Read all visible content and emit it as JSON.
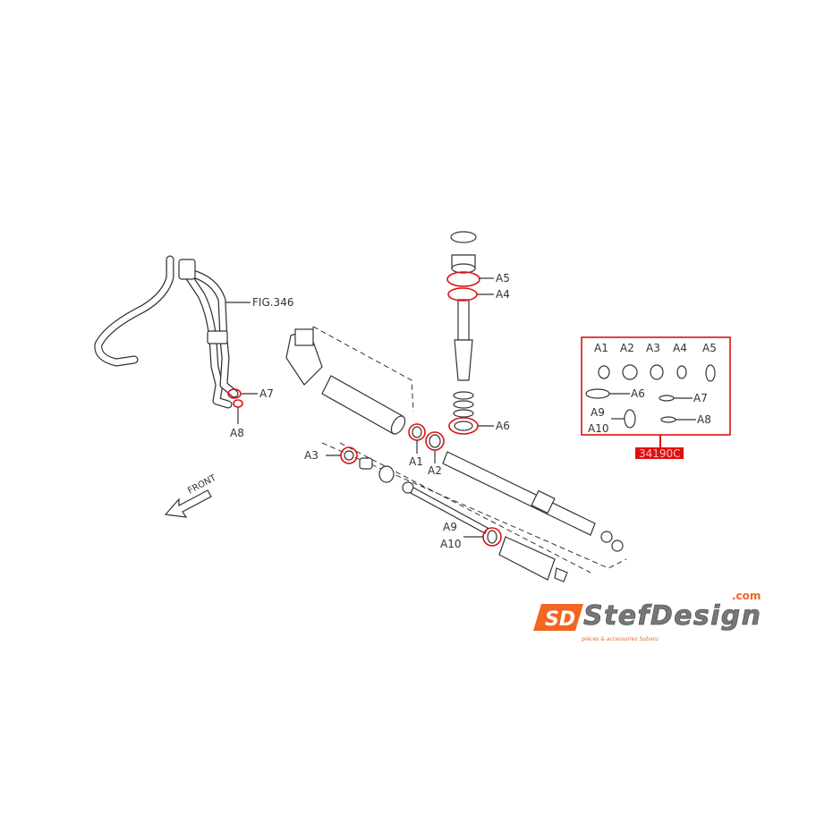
{
  "diagram": {
    "callouts": {
      "a1": "A1",
      "a2": "A2",
      "a3": "A3",
      "a4": "A4",
      "a5": "A5",
      "a6": "A6",
      "a7": "A7",
      "a8": "A8",
      "a9": "A9",
      "a10": "A10"
    },
    "fig_ref": "FIG.346",
    "front_label": "FRONT",
    "kit": {
      "labels": [
        "A1",
        "A2",
        "A3",
        "A4",
        "A5",
        "A6",
        "A7",
        "A8",
        "A9",
        "A10"
      ],
      "part_number": "34190C",
      "border_color": "#e01010"
    },
    "highlight_color": "#e01010"
  },
  "logo": {
    "mark": "SD",
    "name": "StefDesign",
    "domain": ".com",
    "tagline": "pièces & accessoires Subaru",
    "accent_color": "#f26522"
  }
}
